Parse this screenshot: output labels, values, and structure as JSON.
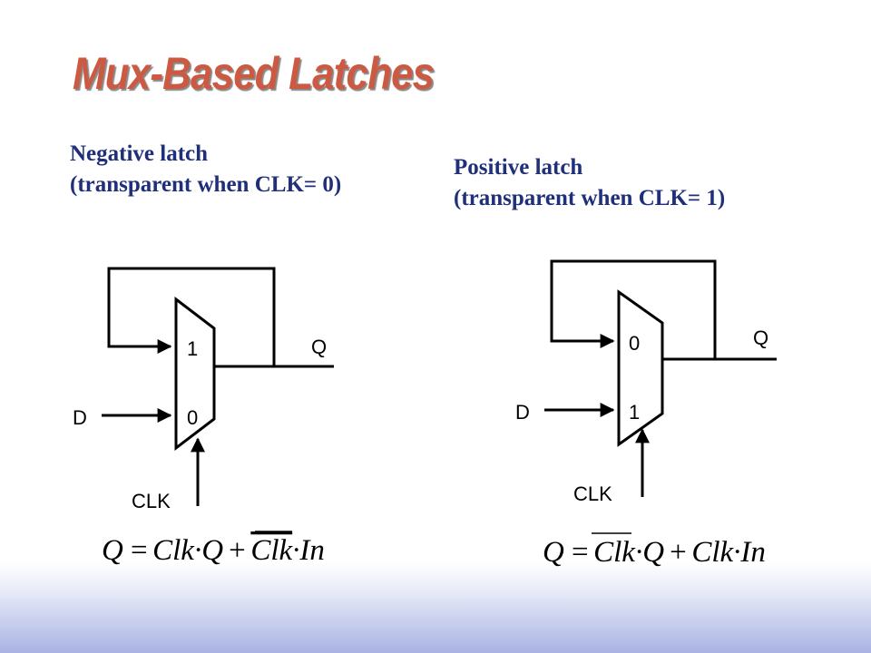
{
  "slide": {
    "title": "Mux-Based Latches"
  },
  "negative": {
    "heading_line1": "Negative latch",
    "heading_line2": "(transparent when CLK= 0)",
    "mux_top_input": "1",
    "mux_bottom_input": "0",
    "input_label": "D",
    "output_label": "Q",
    "select_label": "CLK",
    "equation": {
      "lhs": "Q",
      "eq": "=",
      "t1": "Clk",
      "dot": "·",
      "q": "Q",
      "plus": "+",
      "t2_overlined": "Clk",
      "in": "In"
    }
  },
  "positive": {
    "heading_line1": "Positive latch",
    "heading_line2": "(transparent when CLK= 1)",
    "mux_top_input": "0",
    "mux_bottom_input": "1",
    "input_label": "D",
    "output_label": "Q",
    "select_label": "CLK",
    "equation": {
      "lhs": "Q",
      "eq": "=",
      "t1_overlined": "Clk",
      "dot": "·",
      "q": "Q",
      "plus": "+",
      "t2": "Clk",
      "in": "In"
    }
  },
  "colors": {
    "title": "#cc5a43",
    "heading": "#1f2f7a",
    "wire": "#000000"
  }
}
